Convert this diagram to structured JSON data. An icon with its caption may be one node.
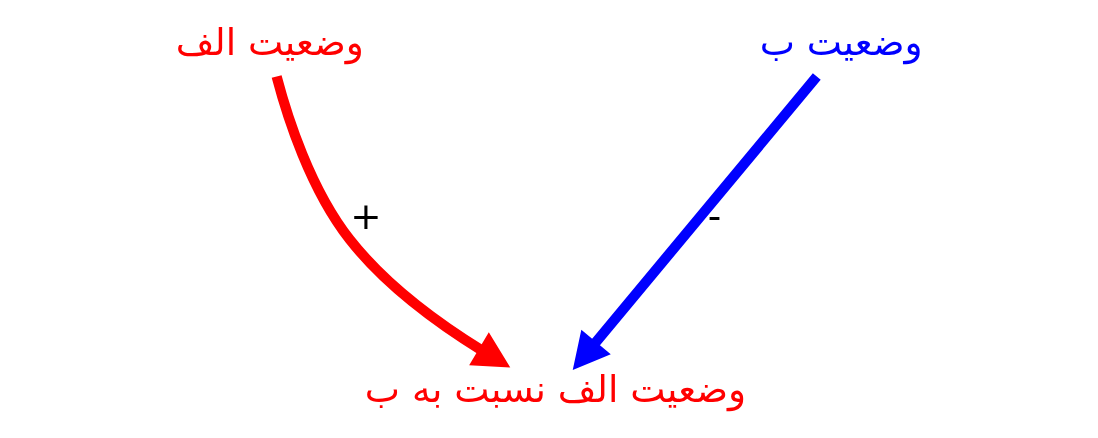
{
  "diagram": {
    "nodes": [
      {
        "text": [
          "وضعیت الف"
        ]
      },
      {
        "text": [
          "وضعیت ب"
        ]
      },
      {
        "text": [
          "وضعیت الف نسبت به ب"
        ]
      }
    ],
    "edges": [
      {
        "from": 0,
        "to": 2,
        "arrow": "to",
        "label": "+",
        "color": "#ff0000"
      },
      {
        "from": 1,
        "to": 2,
        "arrow": "to",
        "label": "-",
        "color": "#0000ff"
      }
    ]
  }
}
